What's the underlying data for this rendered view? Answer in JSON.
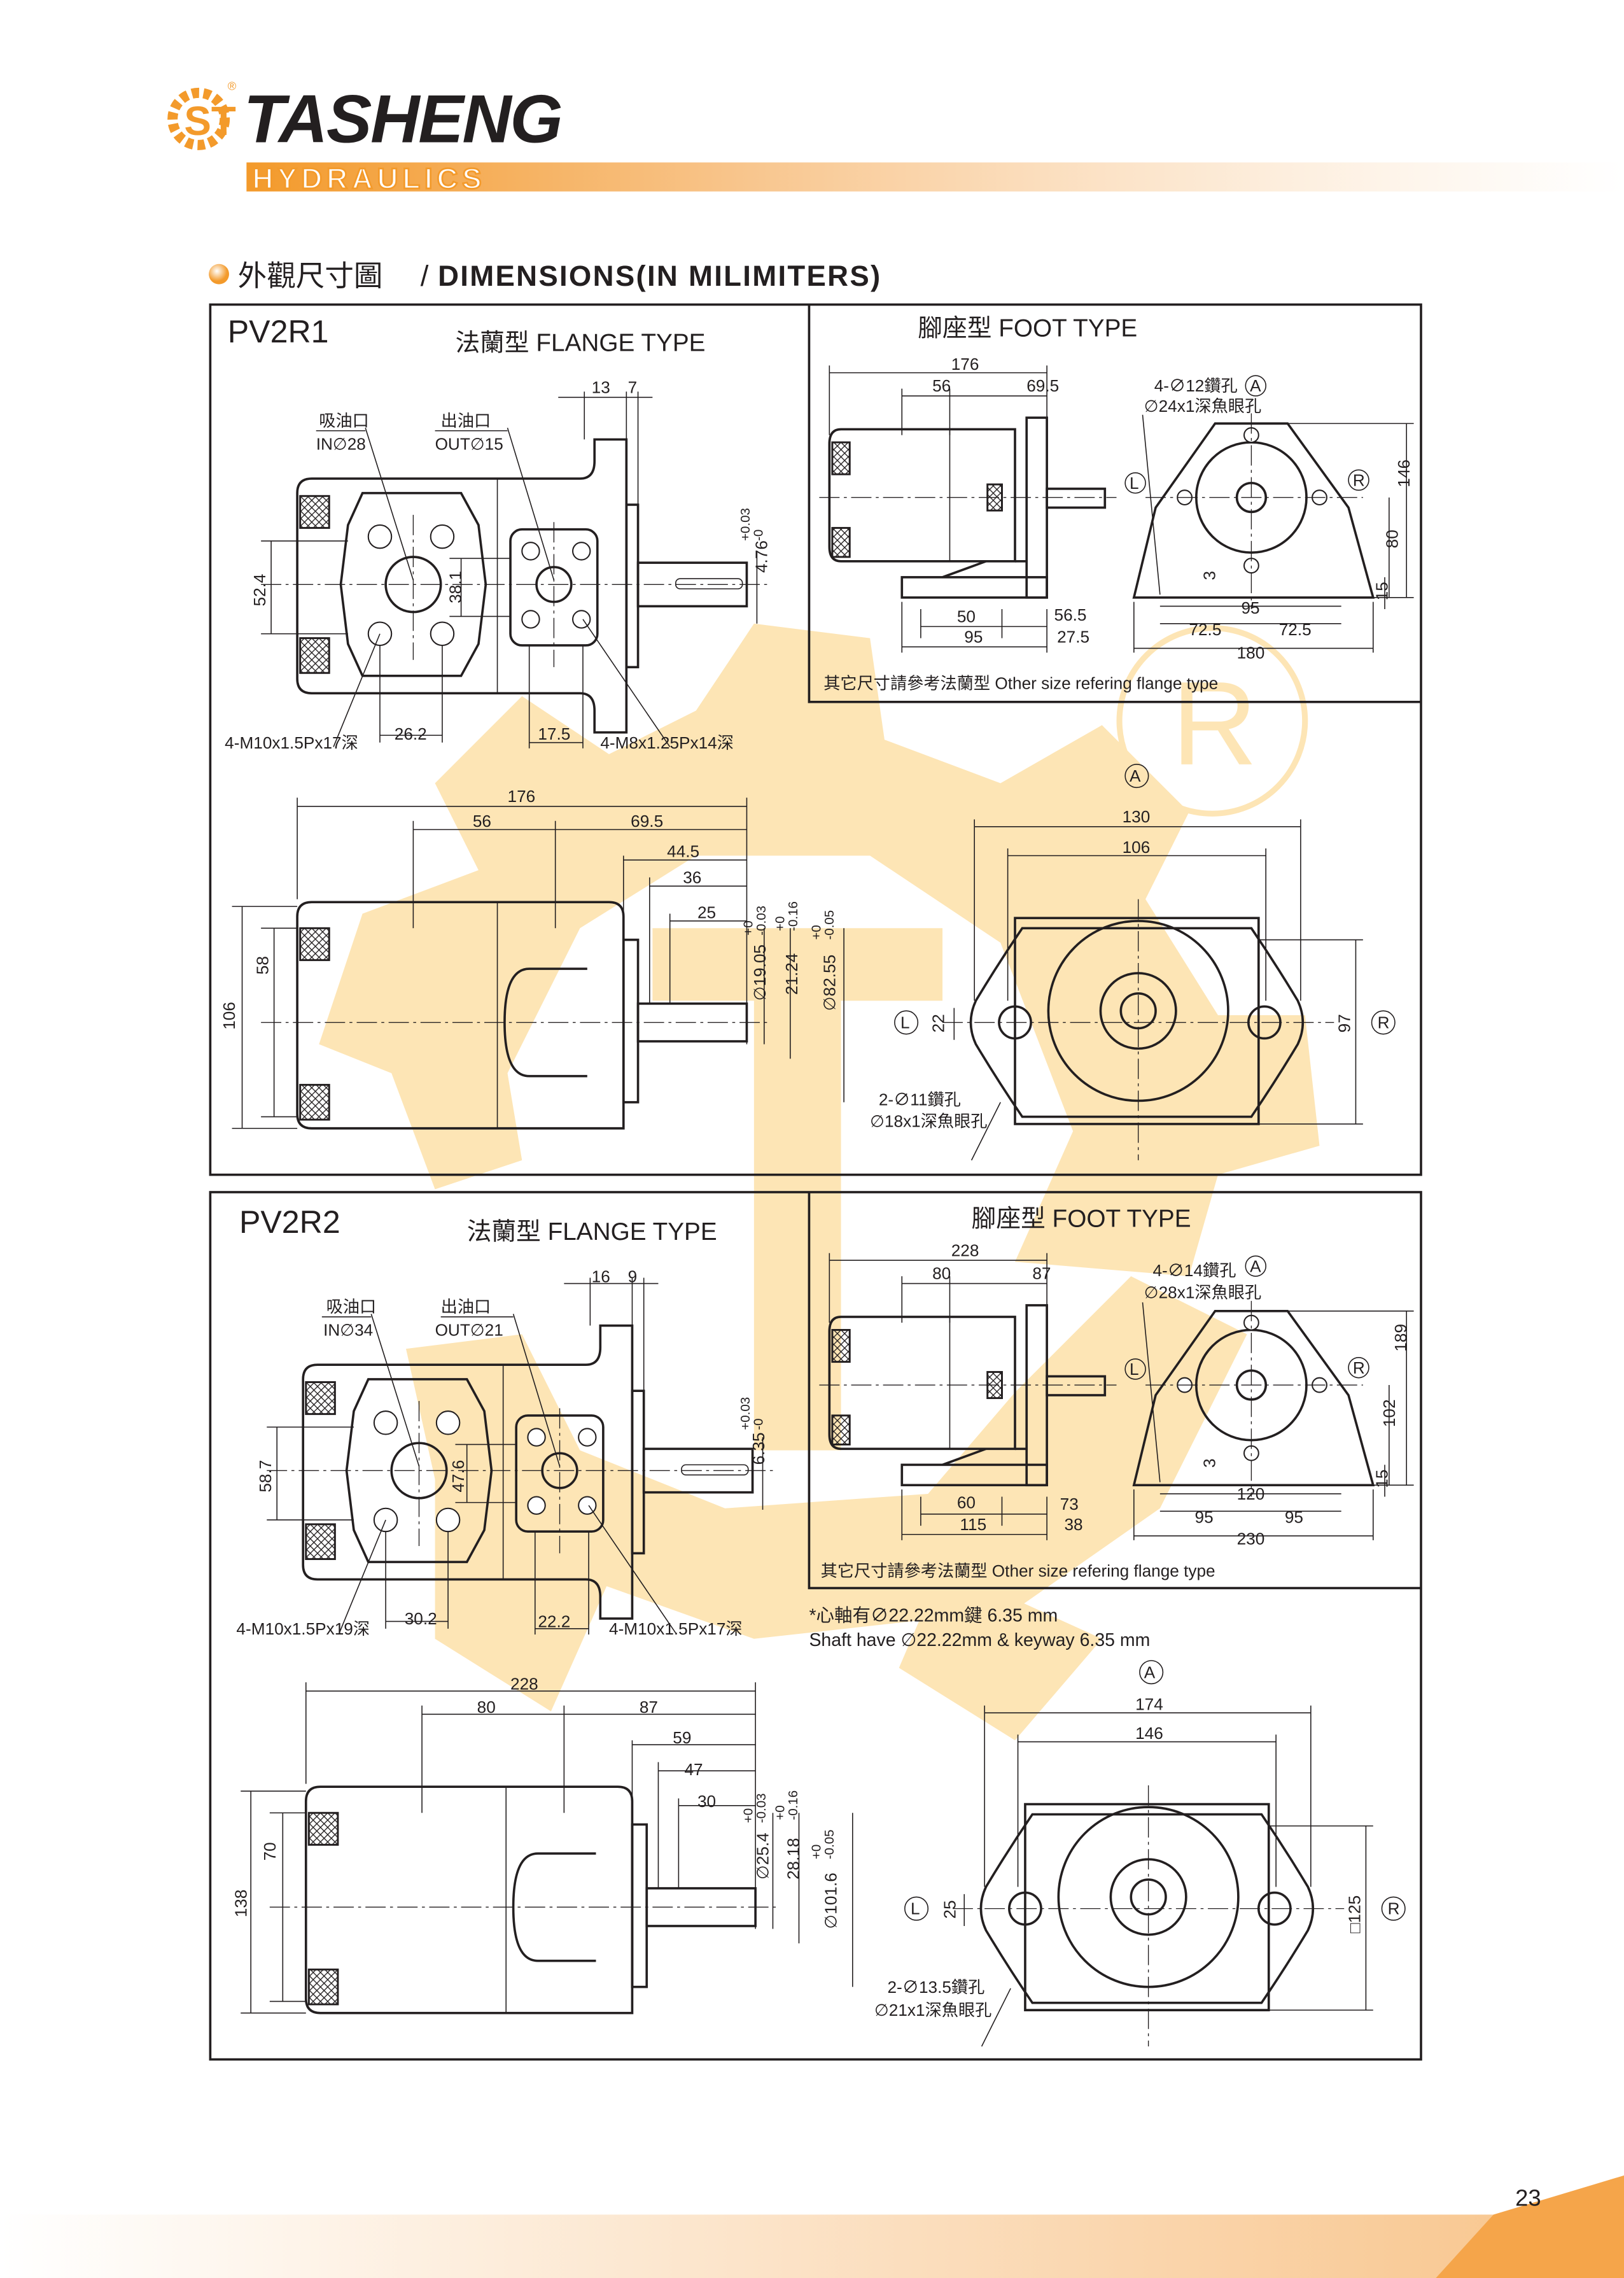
{
  "brand": {
    "name": "TASHENG",
    "sub": "HYDRAULICS",
    "registered": "®",
    "logo_letters": "ST"
  },
  "section": {
    "title_zh": "外觀尺寸圖",
    "sep": "/",
    "title_en": "DIMENSIONS(IN MILIMITERS)"
  },
  "watermark": {
    "mark": "R"
  },
  "colors": {
    "accent": "#f39a2b",
    "watermark": "#fde5b5",
    "ink": "#231f20"
  },
  "pv2r1": {
    "model": "PV2R1",
    "flange_title": "法蘭型  FLANGE TYPE",
    "foot_title": "腳座型  FOOT TYPE",
    "inlet_zh": "吸油口",
    "inlet": "IN∅28",
    "outlet_zh": "出油口",
    "outlet": "OUT∅15",
    "thread_in": "4-M10x1.5Px17深",
    "thread_out": "4-M8x1.25Px14深",
    "top_dims": [
      "13",
      "7",
      "52.4",
      "38.1",
      "26.2",
      "17.5",
      "4.76",
      "+0.03",
      "-0"
    ],
    "side_dims": [
      "176",
      "56",
      "69.5",
      "44.5",
      "36",
      "25",
      "58",
      "106",
      "∅19.05",
      "21.24",
      "∅82.55",
      "+0",
      "-0.03",
      "+0",
      "-0.16",
      "+0",
      "-0.05"
    ],
    "front": {
      "port_a": "A",
      "port_l": "L",
      "port_r": "R",
      "dims": [
        "130",
        "106",
        "22",
        "97"
      ],
      "hole1": "2-∅11鑽孔",
      "hole2": "∅18x1深魚眼孔"
    },
    "foot": {
      "dims": [
        "176",
        "56",
        "69.5",
        "50",
        "56.5",
        "95",
        "27.5",
        "146",
        "80",
        "15",
        "3",
        "95",
        "72.5",
        "72.5",
        "180"
      ],
      "hole1": "4-∅12鑽孔",
      "hole2": "∅24x1深魚眼孔",
      "port_a": "A",
      "port_l": "L",
      "port_r": "R",
      "note": "其它尺寸請參考法蘭型   Other size refering flange type"
    }
  },
  "pv2r2": {
    "model": "PV2R2",
    "flange_title": "法蘭型  FLANGE TYPE",
    "foot_title": "腳座型  FOOT TYPE",
    "inlet_zh": "吸油口",
    "inlet": "IN∅34",
    "outlet_zh": "出油口",
    "outlet": "OUT∅21",
    "thread_in": "4-M10x1.5Px19深",
    "thread_out": "4-M10x1.5Px17深",
    "top_dims": [
      "16",
      "9",
      "58.7",
      "47.6",
      "30.2",
      "22.2",
      "6.35",
      "+0.03",
      "-0"
    ],
    "side_dims": [
      "228",
      "80",
      "87",
      "59",
      "47",
      "30",
      "70",
      "138",
      "∅25.4",
      "28.18",
      "∅101.6",
      "+0",
      "-0.03",
      "+0",
      "-0.16",
      "+0",
      "-0.05"
    ],
    "front": {
      "port_a": "A",
      "port_l": "L",
      "port_r": "R",
      "dims": [
        "174",
        "146",
        "25",
        "□125"
      ],
      "hole1": "2-∅13.5鑽孔",
      "hole2": "∅21x1深魚眼孔"
    },
    "foot": {
      "dims": [
        "228",
        "80",
        "87",
        "60",
        "73",
        "115",
        "38",
        "189",
        "102",
        "15",
        "3",
        "120",
        "95",
        "95",
        "230"
      ],
      "hole1": "4-∅14鑽孔",
      "hole2": "∅28x1深魚眼孔",
      "port_a": "A",
      "port_l": "L",
      "port_r": "R",
      "note": "其它尺寸請參考法蘭型   Other size refering flange type"
    },
    "shaft_note_zh": "*心軸有∅22.22mm鍵 6.35 mm",
    "shaft_note_en": "Shaft have ∅22.22mm & keyway 6.35 mm"
  },
  "page_number": "23"
}
